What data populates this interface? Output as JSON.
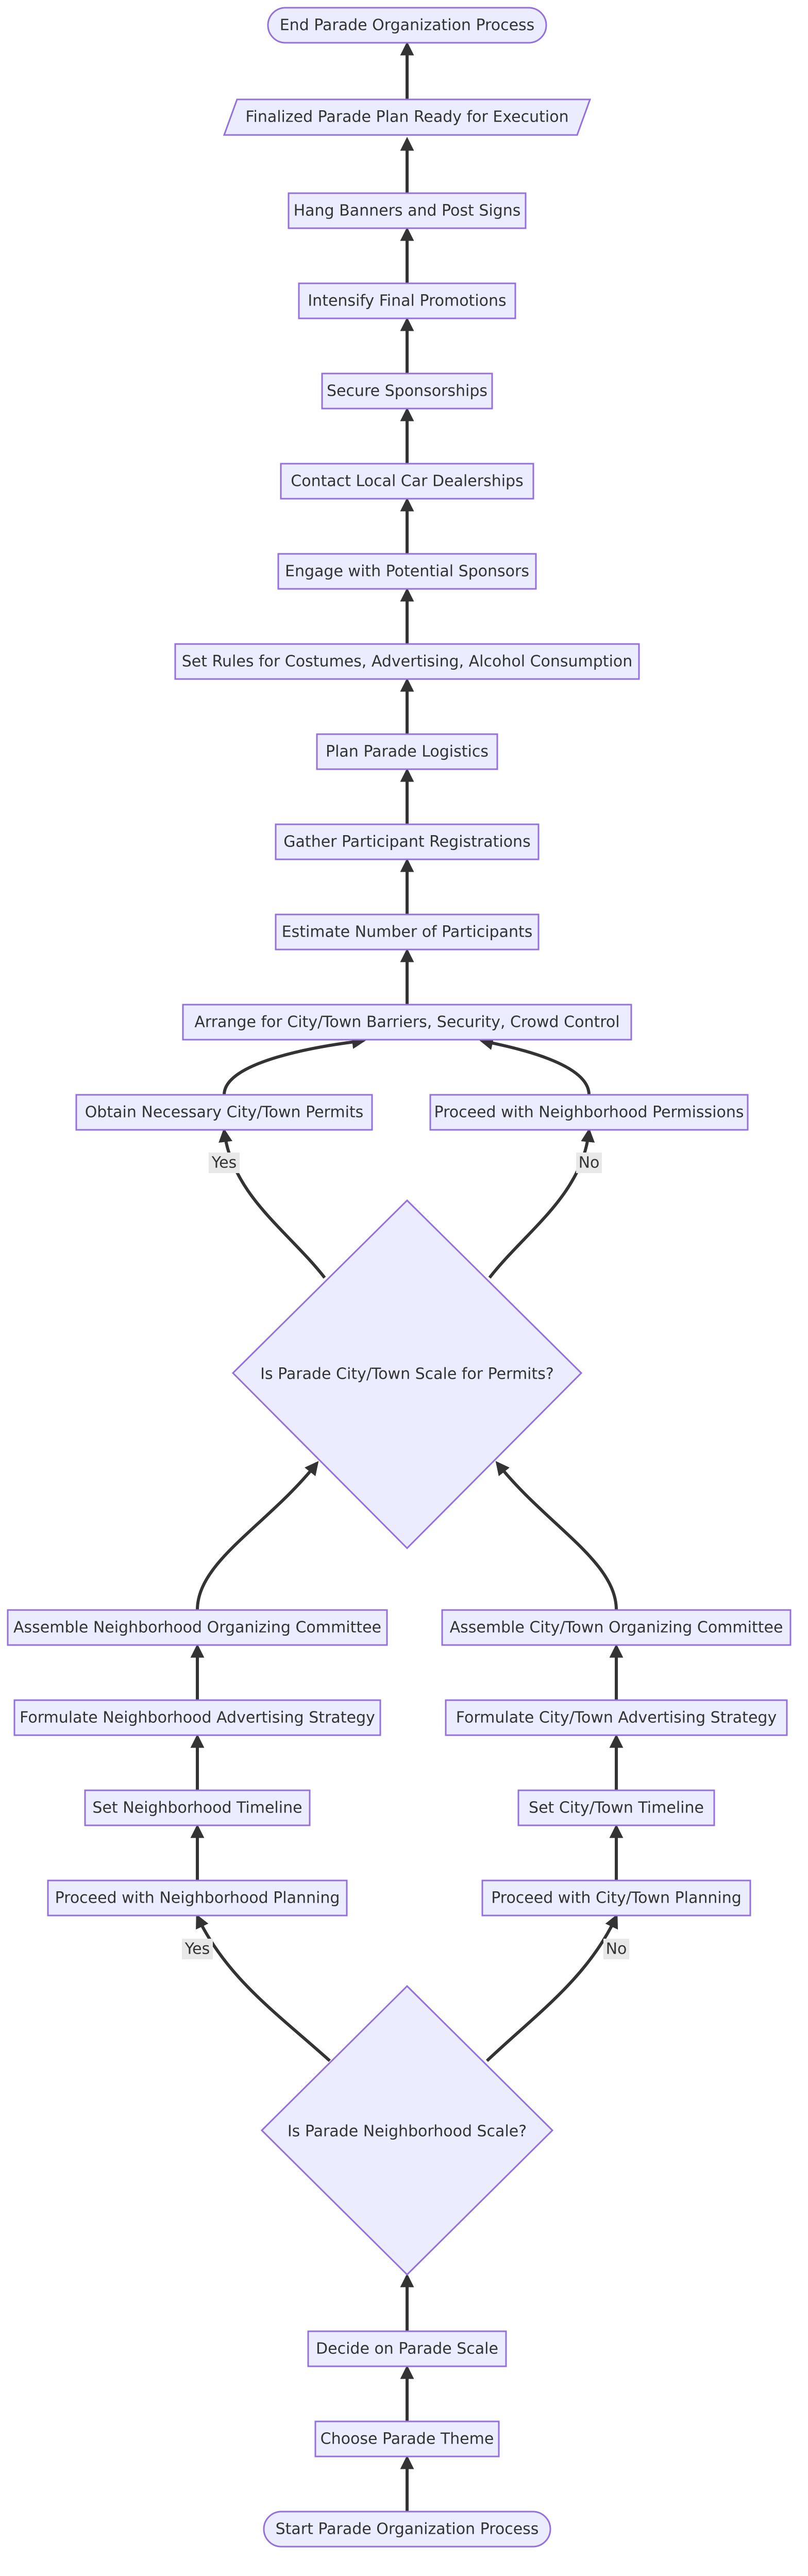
{
  "diagram": {
    "nodes": {
      "end": "End Parade Organization Process",
      "finalized": "Finalized Parade Plan Ready for Execution",
      "banners": "Hang Banners and Post Signs",
      "promotions": "Intensify Final Promotions",
      "sponsorships": "Secure Sponsorships",
      "dealerships": "Contact Local Car Dealerships",
      "engage": "Engage with Potential Sponsors",
      "rules": "Set Rules for Costumes, Advertising, Alcohol Consumption",
      "logistics": "Plan Parade Logistics",
      "registrations": "Gather Participant Registrations",
      "estimate": "Estimate Number of Participants",
      "barriers": "Arrange for City/Town Barriers, Security, Crowd Control",
      "permits": "Obtain Necessary City/Town Permits",
      "neigh_permissions": "Proceed with Neighborhood Permissions",
      "decision_permits": "Is Parade City/Town Scale for Permits?",
      "neigh_committee": "Assemble Neighborhood Organizing Committee",
      "city_committee": "Assemble City/Town Organizing Committee",
      "neigh_advertising": "Formulate Neighborhood Advertising Strategy",
      "city_advertising": "Formulate City/Town Advertising Strategy",
      "neigh_timeline": "Set Neighborhood Timeline",
      "city_timeline": "Set City/Town Timeline",
      "neigh_planning": "Proceed with Neighborhood Planning",
      "city_planning": "Proceed with City/Town Planning",
      "decision_scale": "Is Parade Neighborhood Scale?",
      "decide_scale": "Decide on Parade Scale",
      "theme": "Choose Parade Theme",
      "start": "Start Parade Organization Process"
    },
    "edge_labels": {
      "permits_yes": "Yes",
      "permits_no": "No",
      "scale_yes": "Yes",
      "scale_no": "No"
    }
  }
}
